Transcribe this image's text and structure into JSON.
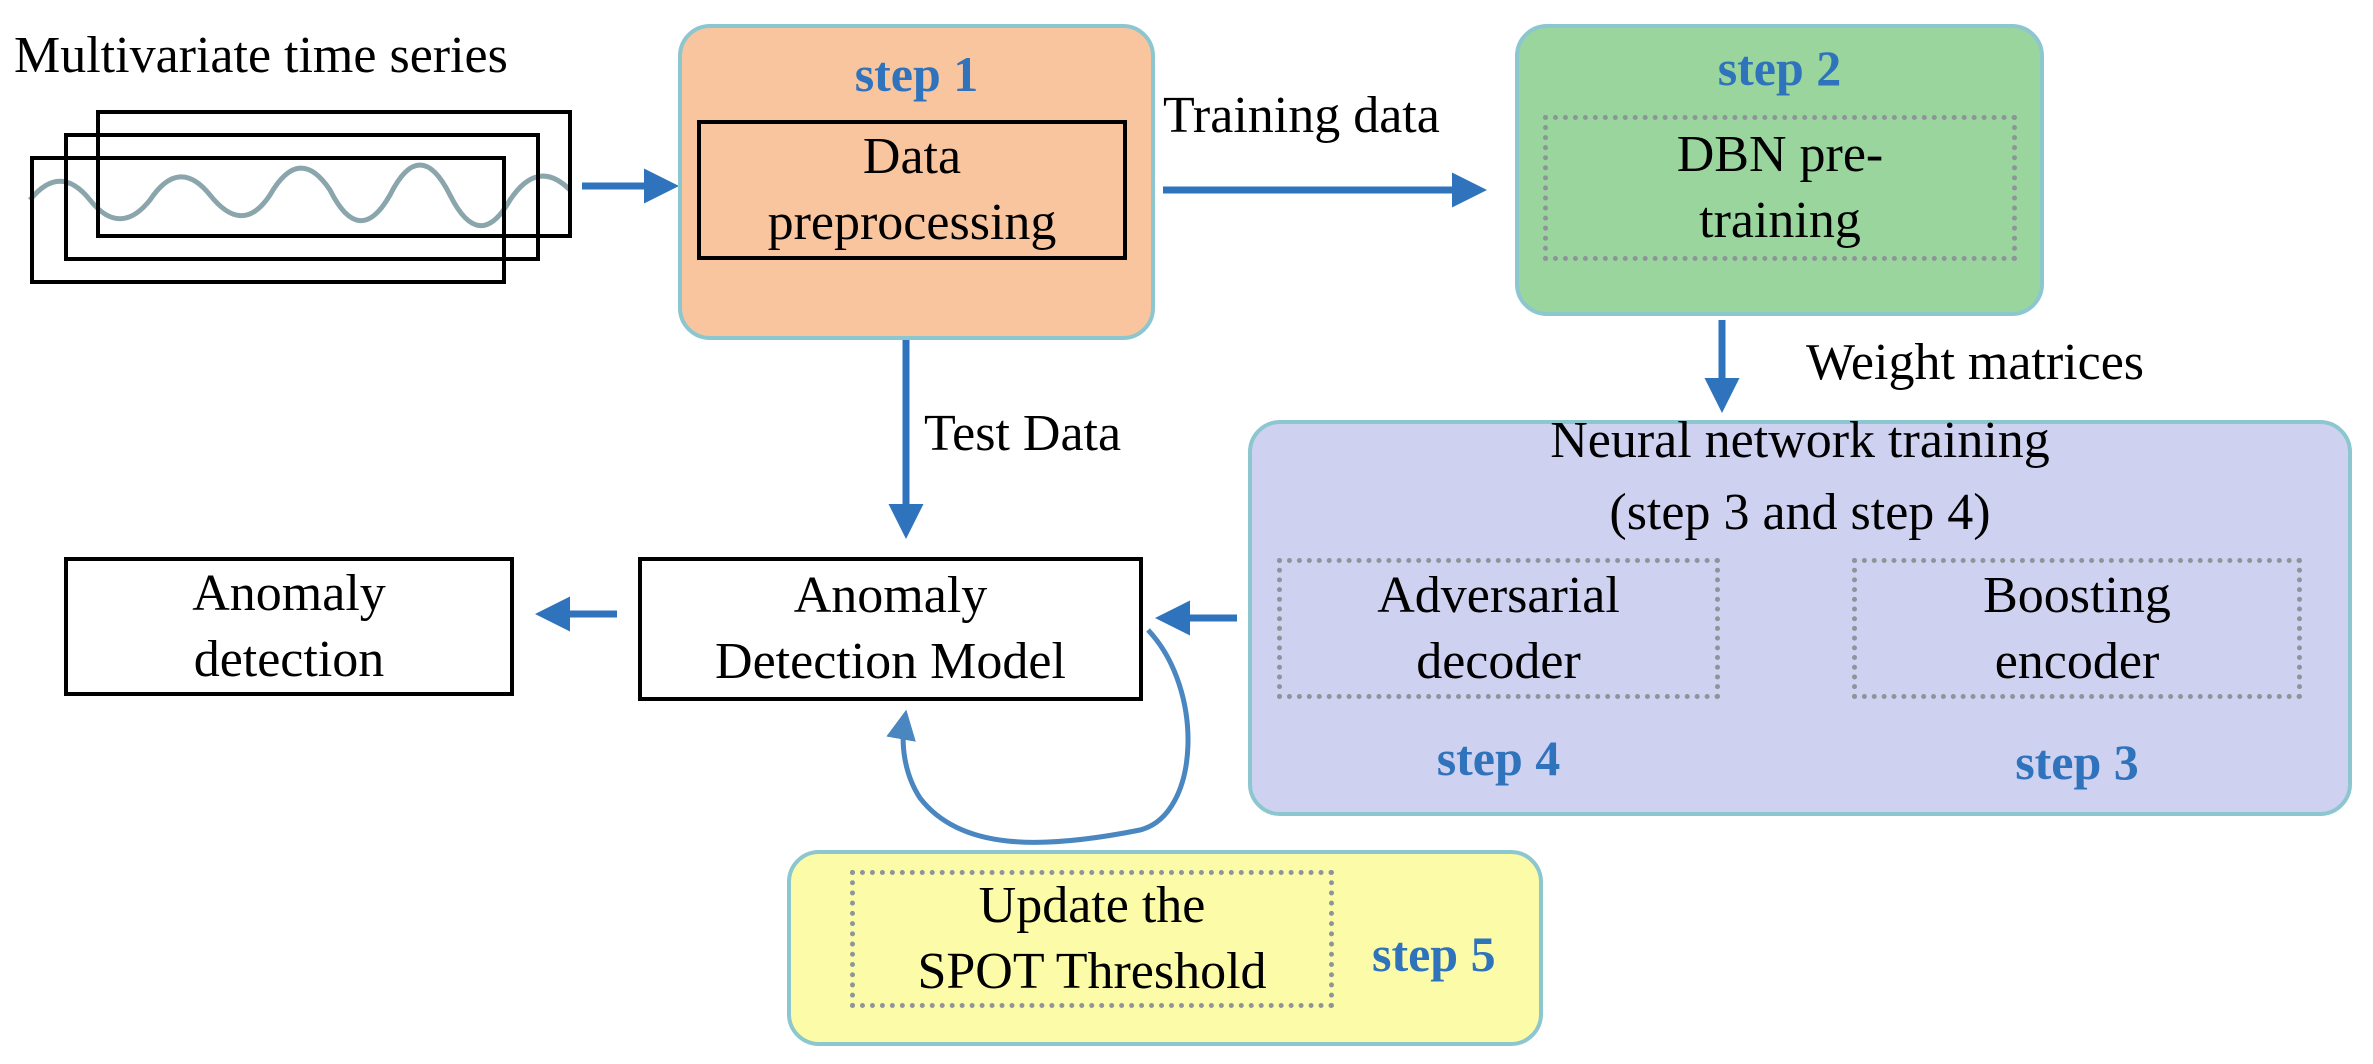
{
  "labels": {
    "input": "Multivariate time series",
    "training_data": "Training data",
    "test_data": "Test Data",
    "weight_matrices": "Weight matrices"
  },
  "step1": {
    "tag": "step 1",
    "box_line1": "Data",
    "box_line2": "preprocessing"
  },
  "step2": {
    "tag": "step 2",
    "box_line1": "DBN pre-",
    "box_line2": "training"
  },
  "nn": {
    "title_line1": "Neural network training",
    "title_line2": "(step 3 and step 4)",
    "decoder_line1": "Adversarial",
    "decoder_line2": "decoder",
    "decoder_tag": "step 4",
    "encoder_line1": "Boosting",
    "encoder_line2": "encoder",
    "encoder_tag": "step 3"
  },
  "model": {
    "line1": "Anomaly",
    "line2": "Detection Model"
  },
  "detection": {
    "line1": "Anomaly",
    "line2": "detection"
  },
  "step5": {
    "line1": "Update the",
    "line2": "SPOT Threshold",
    "tag": "step 5"
  },
  "colors": {
    "step1_fill": "#f8c59f",
    "step2_fill": "#99d59d",
    "nn_fill": "#cfd1f0",
    "step5_fill": "#fcfca8",
    "region_border": "#8cc6cf",
    "arrow": "#2f73bc",
    "step_text": "#2f73bc"
  }
}
